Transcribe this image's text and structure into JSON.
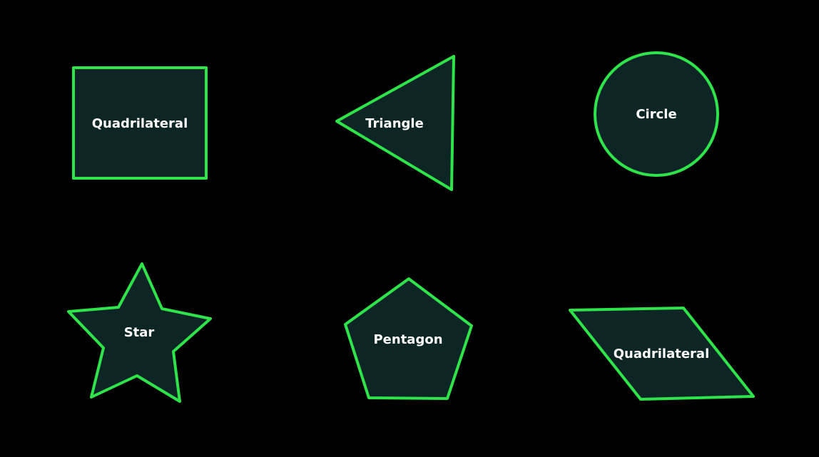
{
  "colors": {
    "background": "#000000",
    "fill": "#0e2525",
    "outline": "#2ee44a",
    "label": "#ffffff"
  },
  "shapes": [
    {
      "kind": "quadrilateral",
      "label": "Quadrilateral"
    },
    {
      "kind": "triangle",
      "label": "Triangle"
    },
    {
      "kind": "circle",
      "label": "Circle"
    },
    {
      "kind": "star",
      "label": "Star"
    },
    {
      "kind": "pentagon",
      "label": "Pentagon"
    },
    {
      "kind": "quadrilateral",
      "label": "Quadrilateral"
    }
  ]
}
